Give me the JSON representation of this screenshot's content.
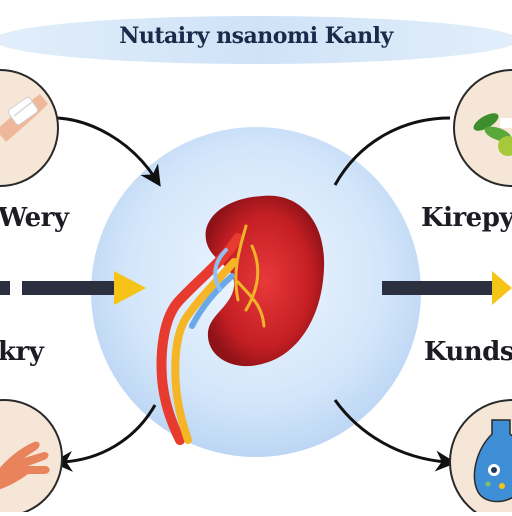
{
  "title": "Nutairy nsanomi Kanly",
  "labels": {
    "top_left": "Wery",
    "bottom_left": "kry",
    "top_right": "Kirepy",
    "bottom_right": "Kunds"
  },
  "colors": {
    "center_circle": "#d5e8fb",
    "title_band": "#d6e8f8",
    "kidney": "#b81c22",
    "arrow_shaft": "#2b3040",
    "arrow_head": "#f5c416",
    "corner_fill": "#f6e6d8"
  },
  "icons": {
    "top_left": "bandaged-arm-icon",
    "top_right": "herbs-icon",
    "bottom_left": "hand-icon",
    "bottom_right": "flask-icon"
  }
}
